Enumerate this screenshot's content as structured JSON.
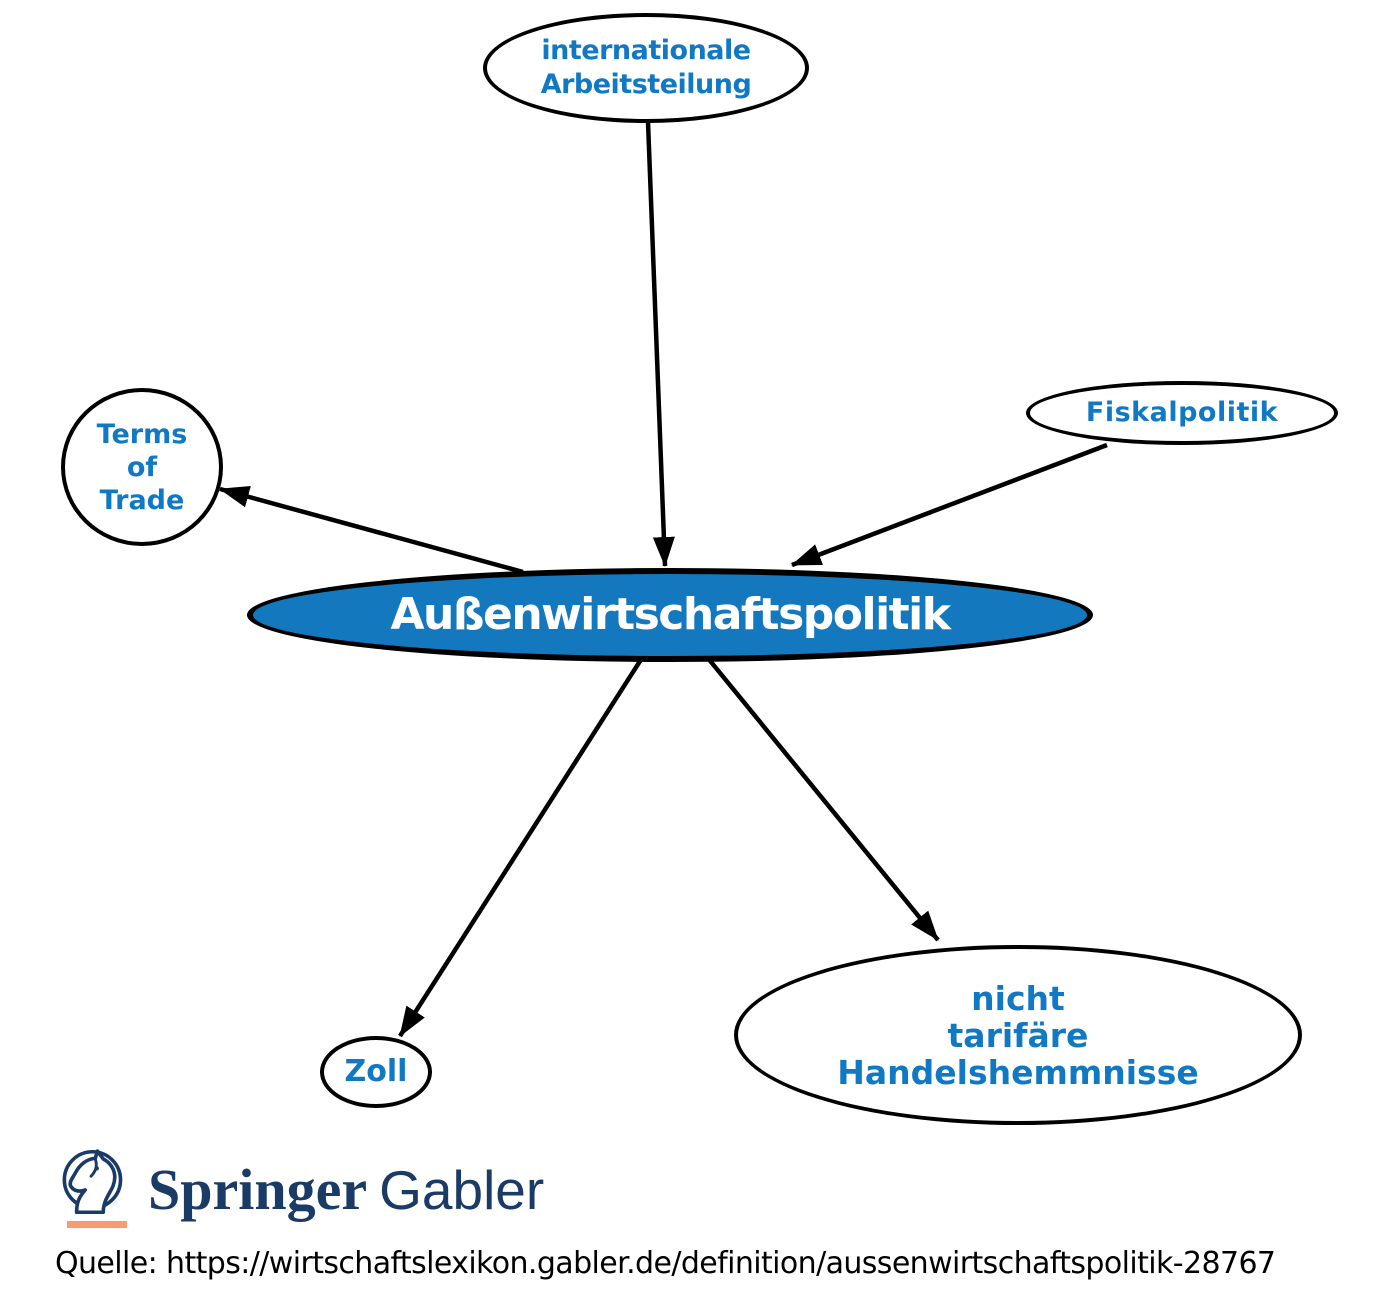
{
  "diagram": {
    "center_node": {
      "label": "Außenwirtschaftspolitik"
    },
    "nodes": {
      "arbeitsteilung": {
        "line1": "internationale",
        "line2": "Arbeitsteilung"
      },
      "fiskalpolitik": {
        "label": "Fiskalpolitik"
      },
      "terms_of_trade": {
        "line1": "Terms",
        "line2": "of",
        "line3": "Trade"
      },
      "zoll": {
        "label": "Zoll"
      },
      "handelshemmnisse": {
        "line1": "nicht",
        "line2": "tarifäre",
        "line3": "Handelshemmnisse"
      }
    },
    "colors": {
      "node_text_blue": "#1179c4",
      "center_fill_blue": "#1478be",
      "center_text": "#ffffff",
      "outline_black": "#000000"
    }
  },
  "footer": {
    "logo": {
      "icon": "springer-horse-icon",
      "brand_serif": "Springer",
      "brand_sans": "Gabler",
      "navy": "#1a3b66",
      "orange": "#f89b72"
    },
    "source": "Quelle: https://wirtschaftslexikon.gabler.de/definition/aussenwirtschaftspolitik-28767"
  }
}
